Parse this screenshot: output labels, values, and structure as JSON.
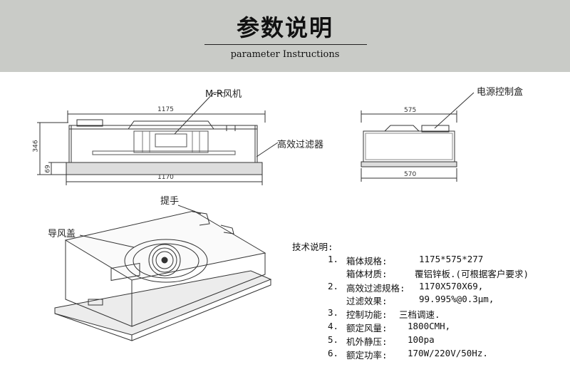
{
  "header": {
    "title": "参数说明",
    "subtitle": "parameter Instructions"
  },
  "labels": {
    "fan": "M-R风机",
    "control_box": "电源控制盒",
    "hepa_filter": "高效过滤器",
    "handle": "提手",
    "air_guide_cover": "导风盖"
  },
  "dimensions": {
    "front_top_width": "1175",
    "front_bottom_width": "1170",
    "height_total": "346",
    "height_filter": "69",
    "side_top_width": "575",
    "side_bottom_width": "570"
  },
  "specs": {
    "heading": "技术说明:",
    "items": [
      {
        "num": "1.",
        "label": "箱体规格:",
        "value": "1175*575*277"
      },
      {
        "num": "",
        "label": "箱体材质:",
        "value": "覆铝锌板.(可根据客户要求)"
      },
      {
        "num": "2.",
        "label": "高效过滤规格:",
        "value": "1170X570X69,"
      },
      {
        "num": "",
        "label": "过滤效果:",
        "value": "99.995%@0.3μm,"
      },
      {
        "num": "3.",
        "label": "控制功能:",
        "value": "三档调速."
      },
      {
        "num": "4.",
        "label": "额定风量:",
        "value": "1800CMH,"
      },
      {
        "num": "5.",
        "label": "机外静压:",
        "value": "100pa"
      },
      {
        "num": "6.",
        "label": "额定功率:",
        "value": "170W/220V/50Hz."
      }
    ]
  }
}
